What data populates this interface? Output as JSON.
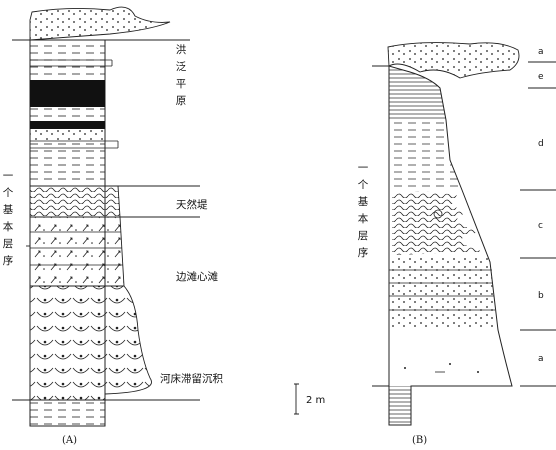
{
  "column_a": {
    "caption": "(A)",
    "labels": {
      "floodplain": "洪泛平原",
      "levee": "天然堤",
      "point_bar": "边滩心滩",
      "lag": "河床滞留沉积"
    },
    "cycle_label": "一个基本层序",
    "scale": "2 m"
  },
  "column_b": {
    "caption": "(B)",
    "cycle_label": "一个基本层序",
    "units": [
      "a",
      "e",
      "d",
      "c",
      "b",
      "a"
    ]
  }
}
